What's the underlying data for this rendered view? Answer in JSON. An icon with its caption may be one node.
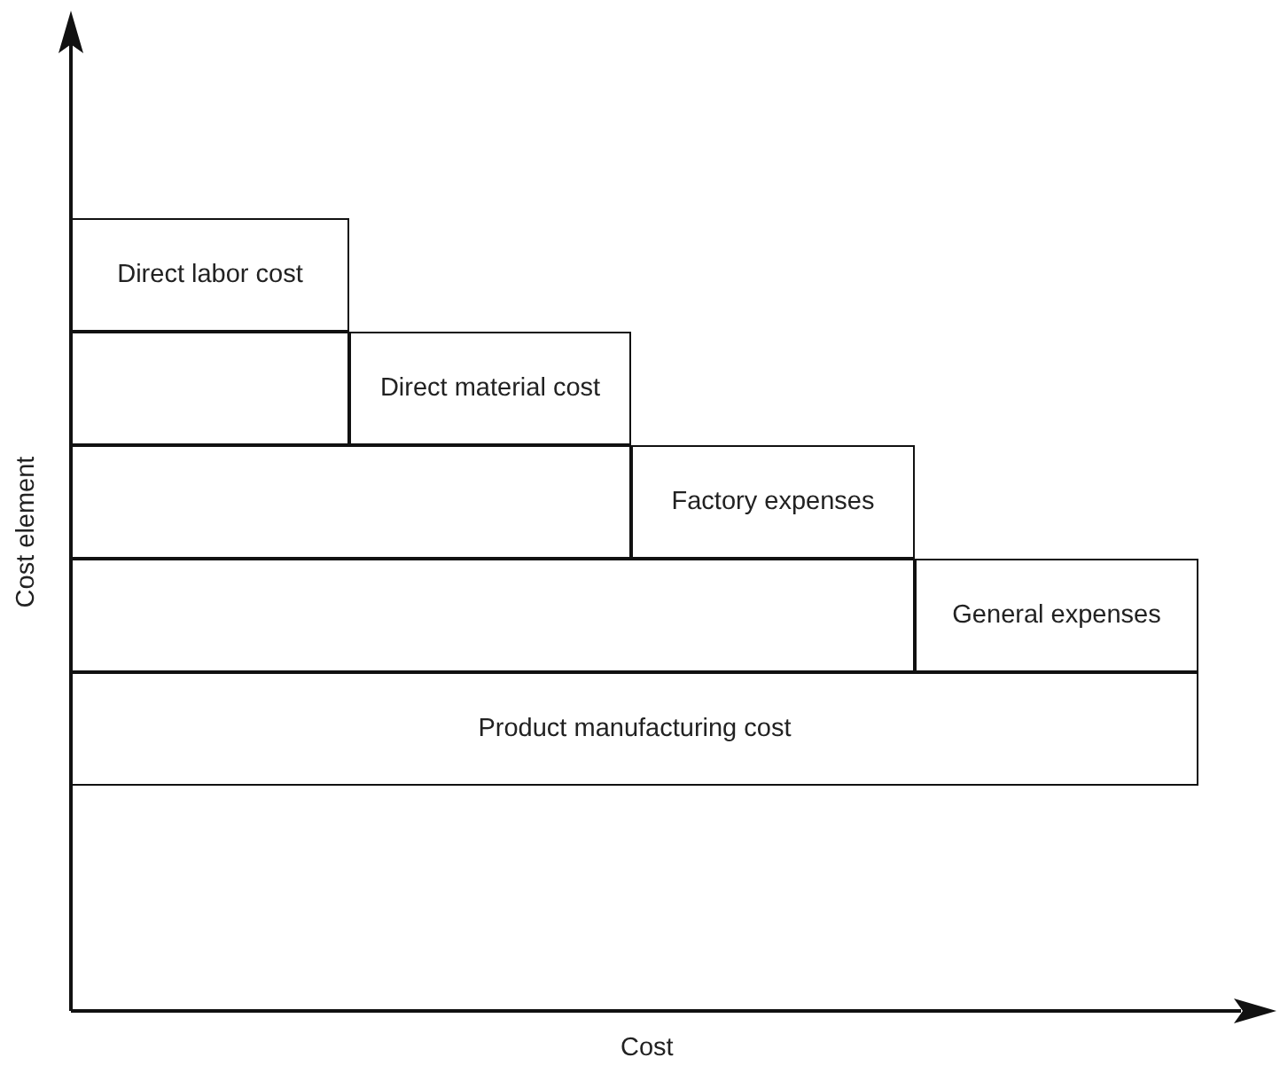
{
  "diagram": {
    "nodes": [
      {
        "text": [
          "Direct labor cost"
        ]
      },
      {
        "text": [],
        "shape": "box"
      },
      {
        "text": [
          "Direct material cost"
        ]
      },
      {
        "text": [],
        "shape": "box"
      },
      {
        "text": [
          "Factory expenses"
        ]
      },
      {
        "text": [],
        "shape": "box"
      },
      {
        "text": [
          "General expenses"
        ]
      },
      {
        "text": [
          "Product manufacturing cost"
        ]
      }
    ],
    "edges": [],
    "labels": [
      "Cost element",
      "Cost"
    ]
  }
}
